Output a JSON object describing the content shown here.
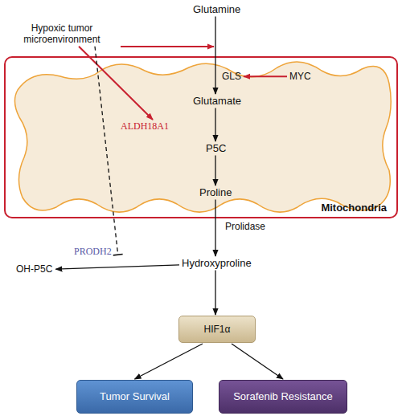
{
  "diagram": {
    "nodes": [
      {
        "text": [
          "Glutamine"
        ]
      },
      {
        "text": [
          "Hypoxic tumor microenvironment"
        ]
      },
      {
        "text": [
          "Mitochondria"
        ]
      },
      {
        "text": [
          "GLS"
        ],
        "in": 2
      },
      {
        "text": [
          "MYC"
        ],
        "in": 2
      },
      {
        "text": [
          "Glutamate"
        ],
        "in": 2
      },
      {
        "text": [
          "ALDH18A1"
        ],
        "in": 2
      },
      {
        "text": [
          "P5C"
        ],
        "in": 2
      },
      {
        "text": [
          "Proline"
        ],
        "in": 2
      },
      {
        "text": [
          "PRODH2"
        ]
      },
      {
        "text": [
          "OH-P5C"
        ]
      },
      {
        "text": [
          "Hydroxyproline"
        ]
      },
      {
        "text": [
          "HIF1α"
        ]
      },
      {
        "text": [
          "Tumor Survival"
        ]
      },
      {
        "text": [
          "Sorafenib Resistance"
        ]
      }
    ],
    "edges": [
      {
        "from": 0,
        "to": 5,
        "arrow": "to"
      },
      {
        "from": 4,
        "to": 3,
        "arrow": "to"
      },
      {
        "from": 1,
        "to": 6,
        "arrow": "to"
      },
      {
        "from": 5,
        "to": 7,
        "arrow": "to"
      },
      {
        "from": 7,
        "to": 8,
        "arrow": "to"
      },
      {
        "from": 8,
        "to": 11,
        "label": "Prolidase",
        "arrow": "to"
      },
      {
        "from": 1,
        "to": 9,
        "arrow": "to"
      },
      {
        "from": 11,
        "to": 10,
        "arrow": "to"
      },
      {
        "from": 11,
        "to": 12,
        "arrow": "to"
      },
      {
        "from": 12,
        "to": 13,
        "arrow": "to"
      },
      {
        "from": 12,
        "to": 14,
        "arrow": "to"
      }
    ]
  }
}
